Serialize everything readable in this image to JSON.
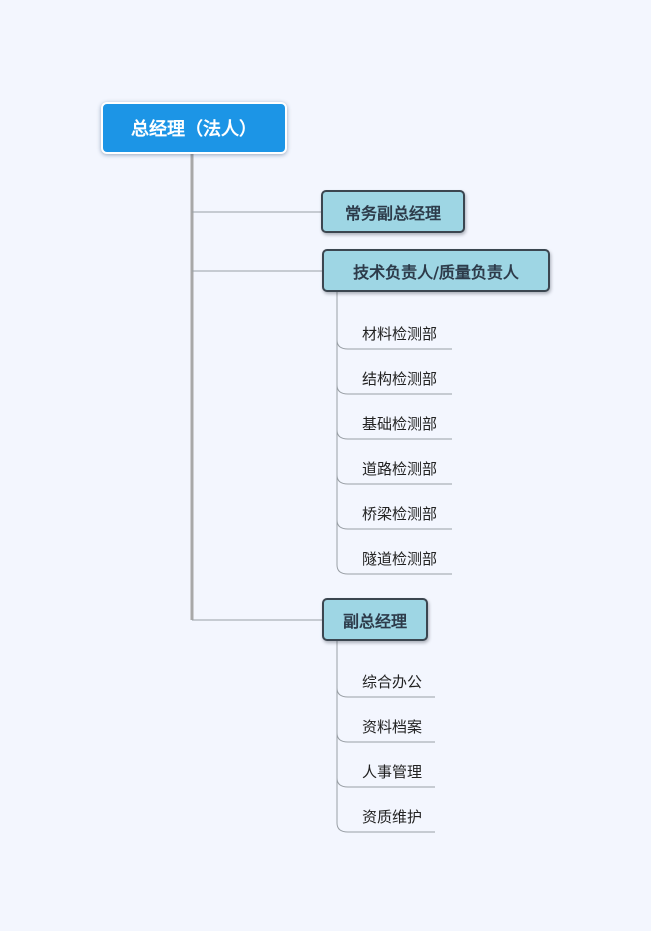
{
  "root": {
    "label": "总经理（法人）"
  },
  "branches": [
    {
      "label": "常务副总经理",
      "children": []
    },
    {
      "label": "技术负责人/质量负责人",
      "children": [
        "材料检测部",
        "结构检测部",
        "基础检测部",
        "道路检测部",
        "桥梁检测部",
        "隧道检测部"
      ]
    },
    {
      "label": "副总经理",
      "children": [
        "综合办公",
        "资料档案",
        "人事管理",
        "资质维护"
      ]
    }
  ],
  "colors": {
    "background": "#f3f6fe",
    "root_fill": "#1c95e6",
    "root_text": "#ffffff",
    "branch_fill": "#9ed6e4",
    "branch_border": "#3b4650",
    "trunk_line": "#a8a8a8",
    "connector_line": "#9aa0a6"
  }
}
